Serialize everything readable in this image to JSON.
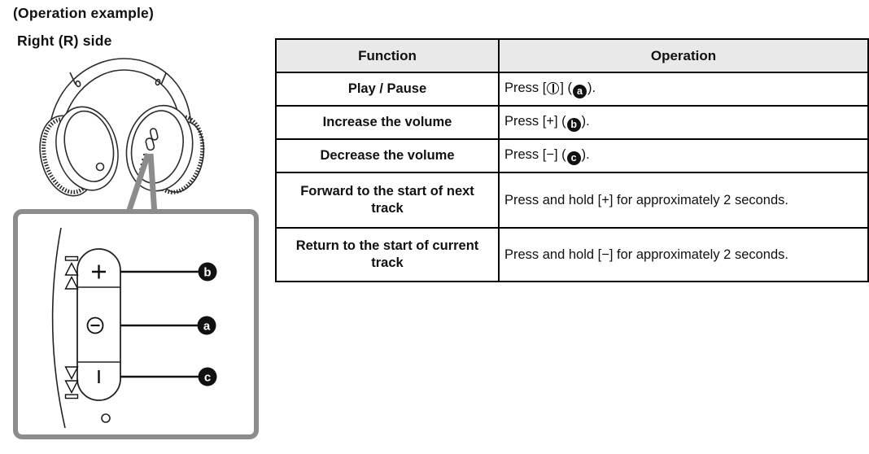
{
  "page": {
    "title": "(Operation example)",
    "subtitle": "Right (R) side"
  },
  "diagram": {
    "badges": {
      "b": "b",
      "a": "a",
      "c": "c"
    },
    "icons": {
      "next_track": "bar-over-two-up-triangles",
      "previous_track": "two-down-triangles-over-bar",
      "volume_up": "plus-sign",
      "power_play": "circle-with-minus-bar",
      "volume_down": "vertical-bar"
    }
  },
  "table": {
    "header": {
      "function": "Function",
      "operation": "Operation"
    },
    "rows": [
      {
        "function": "Play / Pause",
        "op_pre": "Press [",
        "op_mid": "] (",
        "badge": "a",
        "op_post": ")."
      },
      {
        "function": "Increase the volume",
        "op_pre": "Press [+] (",
        "badge": "b",
        "op_post": ")."
      },
      {
        "function": "Decrease the volume",
        "op_pre": "Press [−] (",
        "badge": "c",
        "op_post": ")."
      },
      {
        "function": "Forward to the start of next track",
        "operation": "Press and hold [+] for approximately 2 seconds."
      },
      {
        "function": "Return to the start of current track",
        "operation": "Press and hold [−] for approximately 2 seconds."
      }
    ]
  },
  "colors": {
    "text": "#111111",
    "table_header_bg": "#e9e9e9",
    "table_border": "#000000",
    "callout_border": "#8c8c8c",
    "badge_bg": "#111111",
    "badge_text": "#ffffff"
  }
}
